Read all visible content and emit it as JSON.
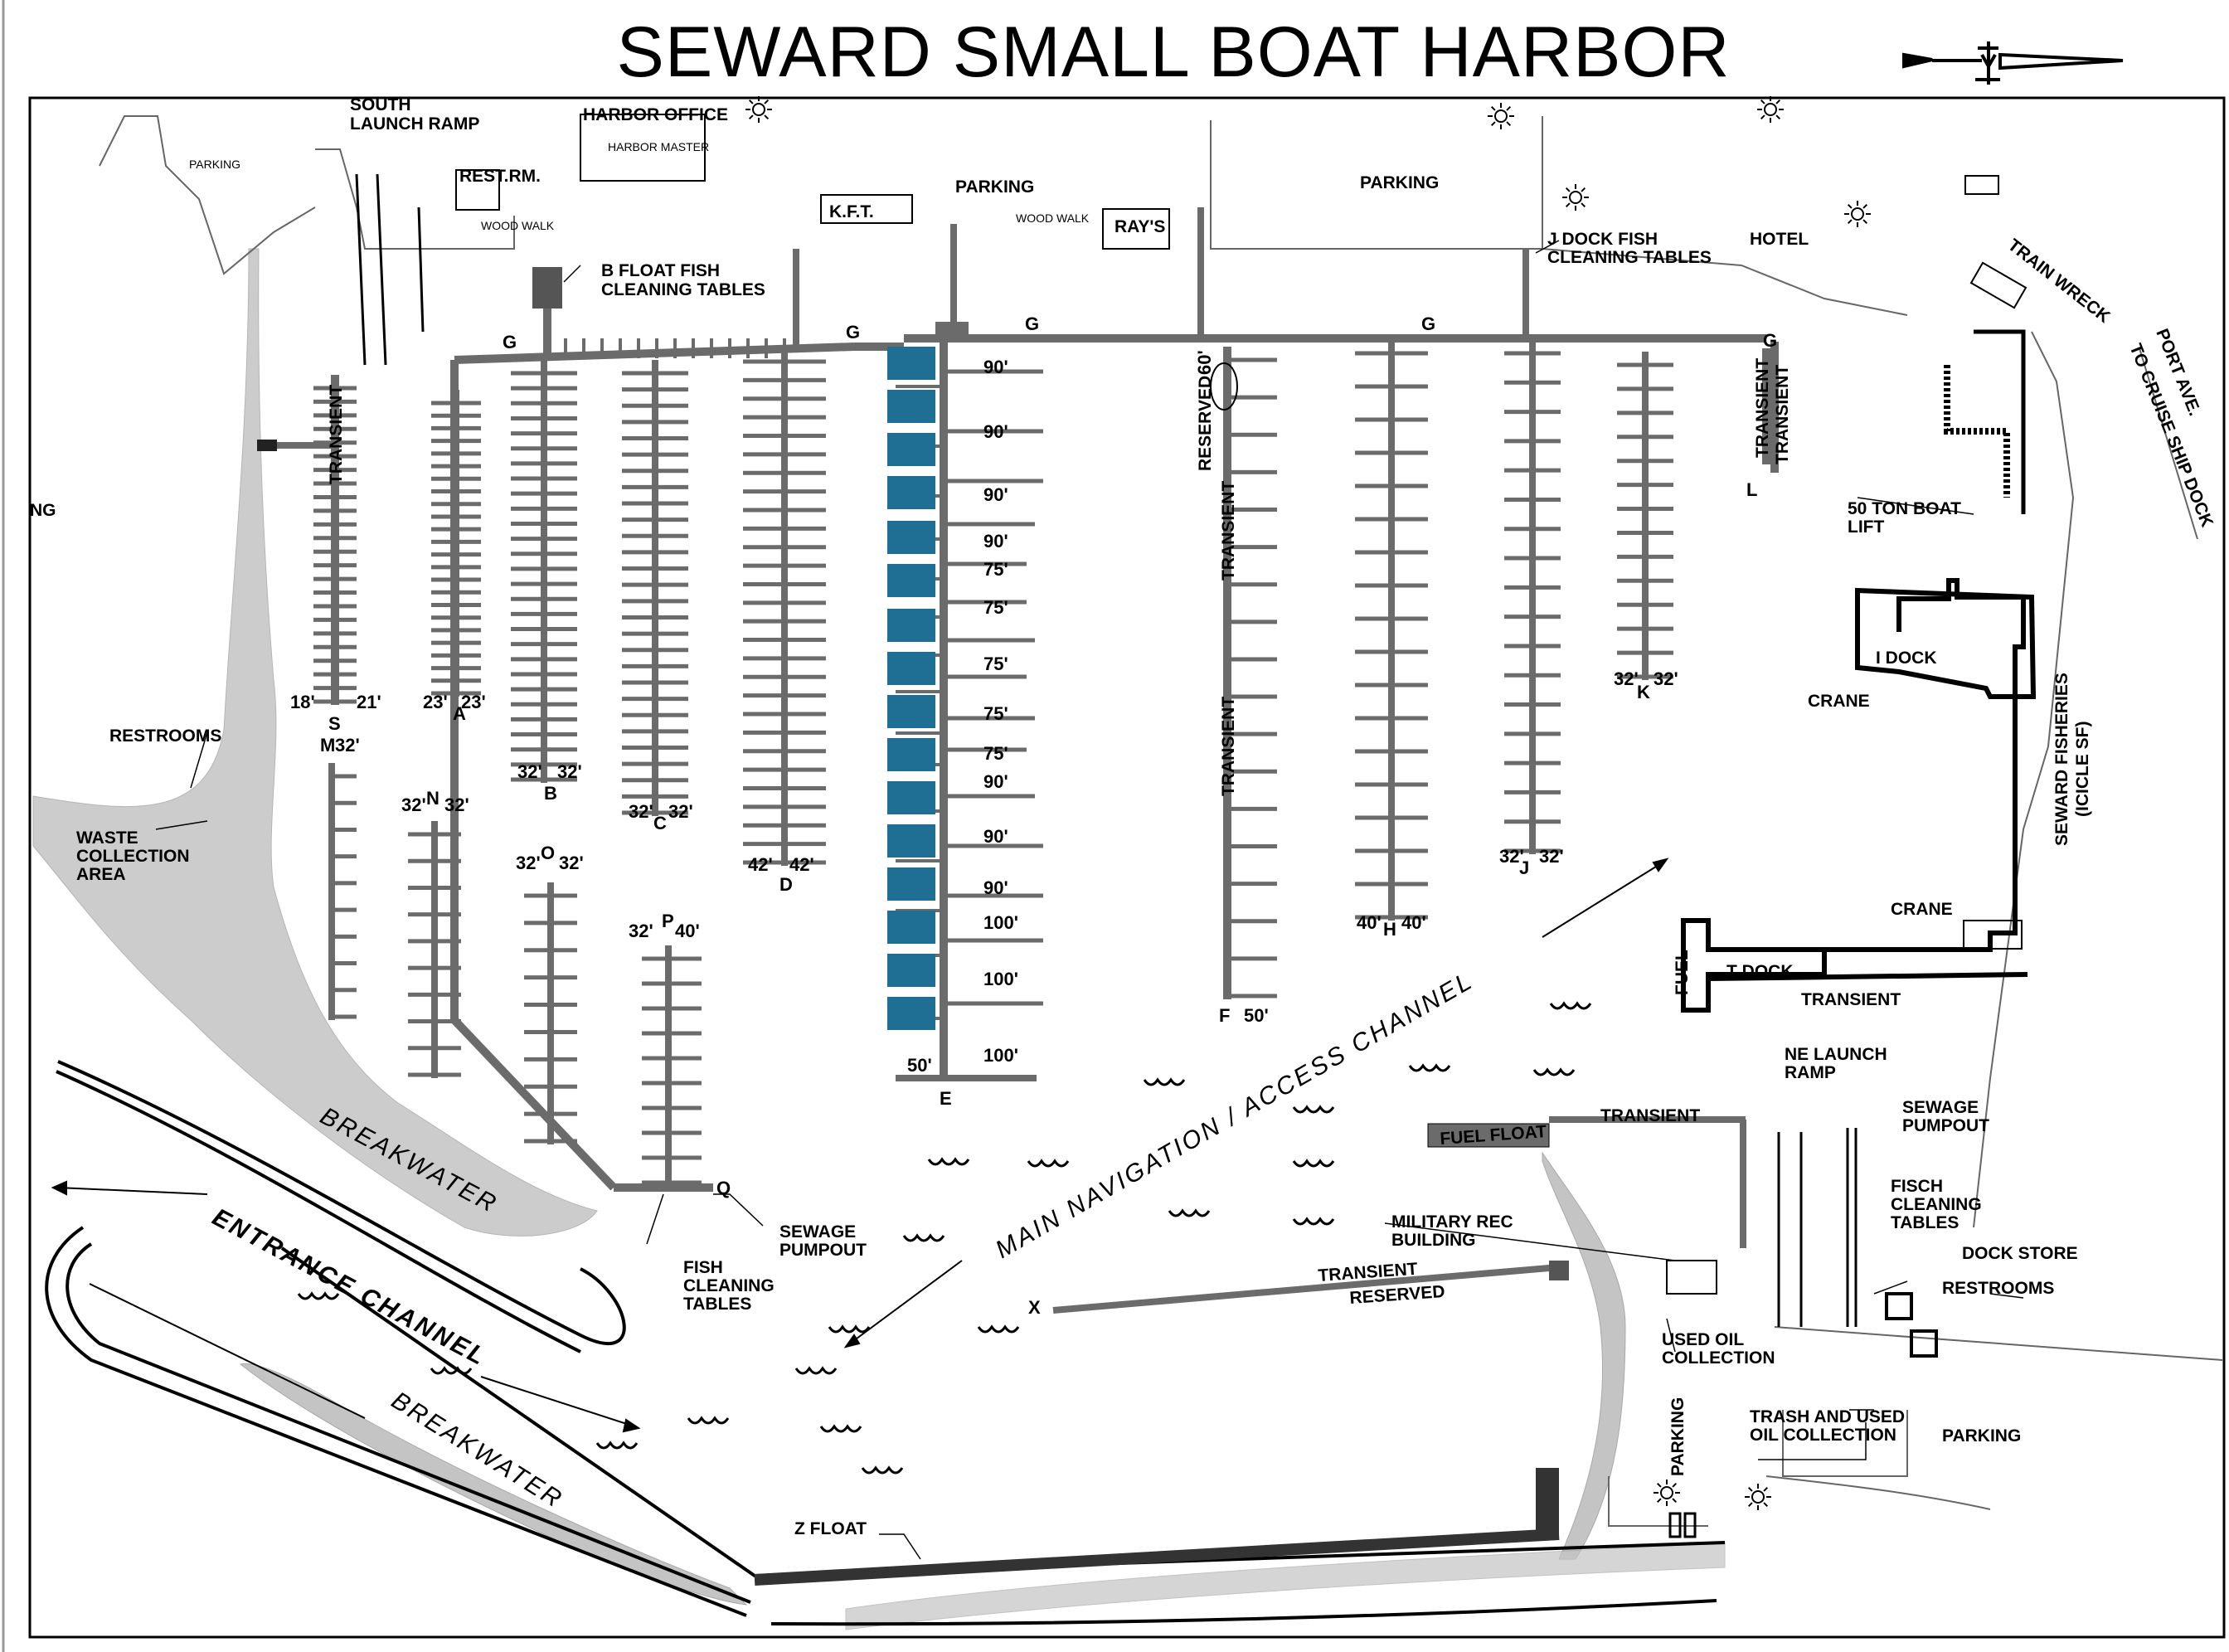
{
  "title": "SEWARD SMALL BOAT HARBOR",
  "colors": {
    "dock": "#6b6b6b",
    "highlight_slip": "#1f6f95",
    "breakwater": "#bdbdbd",
    "ink": "#000000"
  },
  "icons": [
    "north-arrow-icon",
    "light-icon",
    "water-wave-icon"
  ],
  "labels": {
    "south_launch_ramp": [
      "SOUTH",
      "LAUNCH RAMP"
    ],
    "harbor_office": "HARBOR OFFICE",
    "harbor_master": "HARBOR MASTER",
    "parking_small": "PARKING",
    "restrooms_top": "REST.RM.",
    "wood_walk": "WOOD WALK",
    "wood_walk_short": "WOOD WALK",
    "b_float_fish": [
      "B FLOAT FISH",
      "CLEANING TABLES"
    ],
    "kft": "K.F.T.",
    "rays": "RAY'S",
    "parking": "PARKING",
    "j_dock_fish": [
      "J DOCK FISH",
      "CLEANING TABLES"
    ],
    "hotel": "HOTEL",
    "train_wreck": "TRAIN WRECK",
    "port_ave": "PORT AVE.",
    "to_cruise_ship_dock": "TO CRUISE SHIP DOCK",
    "fifty_ton_lift": [
      "50 TON BOAT",
      "LIFT"
    ],
    "i_dock": "I DOCK",
    "crane": "CRANE",
    "seward_fisheries": [
      "SEWARD FISHERIES",
      "(ICICLE SF)"
    ],
    "fuel": "FUEL",
    "t_dock": "T DOCK",
    "transient": "TRANSIENT",
    "reserved": "RESERVED",
    "ne_launch_ramp": [
      "NE LAUNCH",
      "RAMP"
    ],
    "sewage_pumpout": [
      "SEWAGE",
      "PUMPOUT"
    ],
    "fisch_cleaning_tables": [
      "FISCH",
      "CLEANING",
      "TABLES"
    ],
    "fish_cleaning_tables": [
      "FISH",
      "CLEANING",
      "TABLES"
    ],
    "dock_store": "DOCK STORE",
    "restrooms": "RESTROOMS",
    "military_rec": [
      "MILITARY REC",
      "BUILDING"
    ],
    "used_oil": [
      "USED OIL",
      "COLLECTION"
    ],
    "trash_used_oil": [
      "TRASH AND USED",
      "OIL COLLECTION"
    ],
    "waste_collection": [
      "WASTE",
      "COLLECTION",
      "AREA"
    ],
    "fuel_float": "FUEL FLOAT",
    "z_float": "Z FLOAT",
    "breakwater": "BREAKWATER",
    "entrance_channel": "ENTRANCE CHANNEL",
    "main_channel": "MAIN  NAVIGATION / ACCESS  CHANNEL",
    "partial_left": "NG"
  },
  "docks": {
    "S": "S",
    "A": "A",
    "B": "B",
    "C": "C",
    "D": "D",
    "E": "E",
    "F": "F",
    "G": "G",
    "H": "H",
    "J": "J",
    "K": "K",
    "L": "L",
    "M": "M",
    "N": "N",
    "O": "O",
    "P": "P",
    "Q": "Q",
    "X": "X"
  },
  "slip_lengths": {
    "s_left": "18'",
    "s_right": "21'",
    "a_left": "23'",
    "a_right": "23'",
    "b_left": "32'",
    "b_right": "32'",
    "c_left": "32'",
    "c_right": "32'",
    "d_left": "42'",
    "d_right": "42'",
    "m": "32'",
    "n_left": "32'",
    "n_right": "32'",
    "o_left": "32'",
    "o_right": "32'",
    "p_left": "32'",
    "p_right": "40'",
    "h_left": "40'",
    "h_right": "40'",
    "j_left": "32'",
    "j_right": "32'",
    "k_left": "32'",
    "k_right": "32'",
    "f": "50'",
    "e_bottom": "50'",
    "reserved_60": "60'",
    "e_dock": [
      "90'",
      "90'",
      "90'",
      "90'",
      "75'",
      "75'",
      "75'",
      "75'",
      "75'",
      "90'",
      "90'",
      "90'",
      "100'",
      "100'",
      "100'"
    ]
  }
}
